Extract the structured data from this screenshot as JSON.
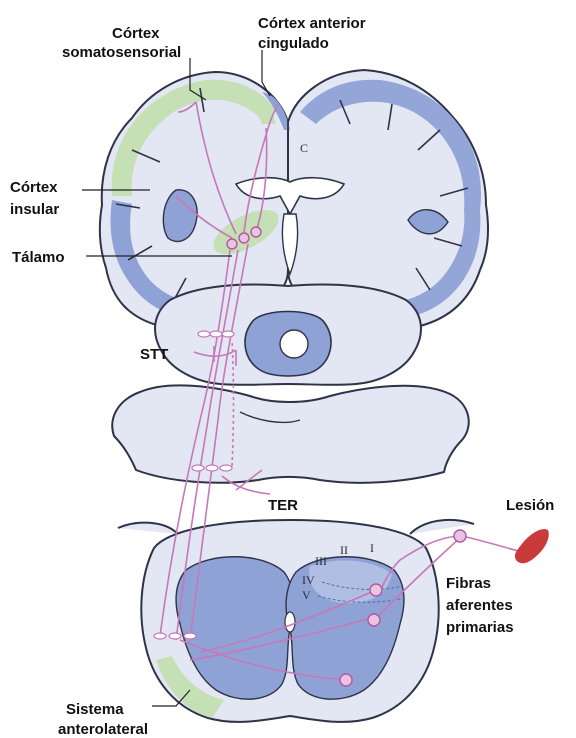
{
  "labels": {
    "cortex_somato_1": "Córtex",
    "cortex_somato_2": "somatosensorial",
    "cortex_cingulate_1": "Córtex anterior",
    "cortex_cingulate_2": "cingulado",
    "cortex_insular_1": "Córtex",
    "cortex_insular_2": "insular",
    "thalamus": "Tálamo",
    "c_marker": "C",
    "stt": "STT",
    "ter": "TER",
    "lesion": "Lesión",
    "fibers_1": "Fibras",
    "fibers_2": "aferentes",
    "fibers_3": "primarias",
    "system_1": "Sistema",
    "system_2": "anterolateral",
    "lamina_I": "I",
    "lamina_II": "II",
    "lamina_III": "III",
    "lamina_IV": "IV",
    "lamina_V": "V"
  },
  "colors": {
    "tissue": "#e3e6f3",
    "tissue_outline": "#2f3347",
    "gray_matter": "#8fa2d6",
    "cortex_highlight": "#c5e0b4",
    "pathway": "#c678b8",
    "lesion": "#c93a3a"
  }
}
